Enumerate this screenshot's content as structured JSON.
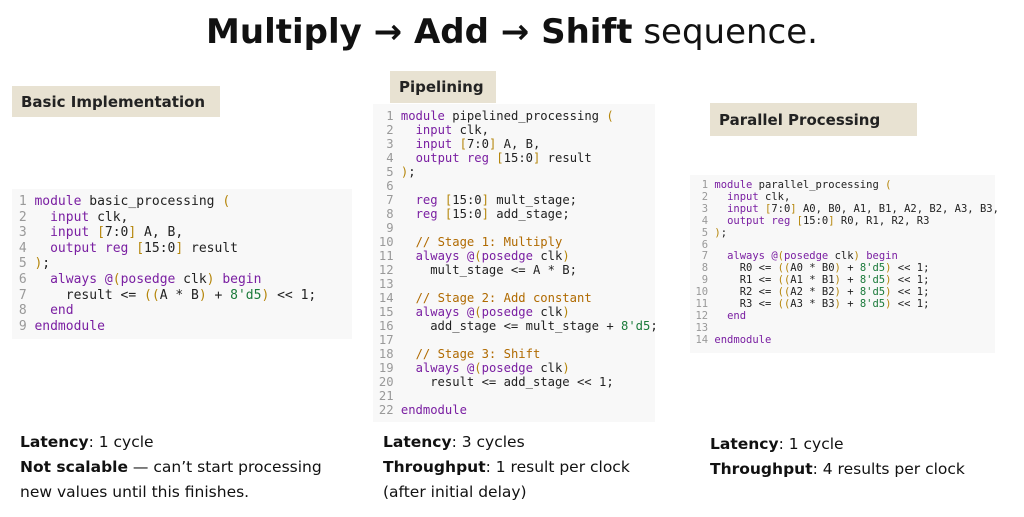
{
  "title": {
    "part1": "Multiply → Add → Shift",
    "part2": "sequence."
  },
  "panels": [
    {
      "tag": "Basic Implementation",
      "code_lines": [
        "module basic_processing (",
        "  input clk,",
        "  input [7:0] A, B,",
        "  output reg [15:0] result",
        ");",
        "  always @(posedge clk) begin",
        "    result <= ((A * B) + 8'd5) << 1;",
        "  end",
        "endmodule"
      ],
      "caption": [
        {
          "bold": "Latency",
          "text": ": 1 cycle"
        },
        {
          "bold": "Not scalable",
          "text": " — can’t start processing"
        },
        {
          "bold": "",
          "text": "new values until this finishes."
        }
      ]
    },
    {
      "tag": "Pipelining",
      "code_lines": [
        "module pipelined_processing (",
        "  input clk,",
        "  input [7:0] A, B,",
        "  output reg [15:0] result",
        ");",
        "",
        "  reg [15:0] mult_stage;",
        "  reg [15:0] add_stage;",
        "",
        "  // Stage 1: Multiply",
        "  always @(posedge clk)",
        "    mult_stage <= A * B;",
        "",
        "  // Stage 2: Add constant",
        "  always @(posedge clk)",
        "    add_stage <= mult_stage + 8'd5;",
        "",
        "  // Stage 3: Shift",
        "  always @(posedge clk)",
        "    result <= add_stage << 1;",
        "",
        "endmodule"
      ],
      "caption": [
        {
          "bold": "Latency",
          "text": ": 3 cycles"
        },
        {
          "bold": "Throughput",
          "text": ": 1 result per clock"
        },
        {
          "bold": "",
          "text": "(after initial delay)"
        }
      ]
    },
    {
      "tag": "Parallel Processing",
      "code_lines": [
        "module parallel_processing (",
        "  input clk,",
        "  input [7:0] A0, B0, A1, B1, A2, B2, A3, B3,",
        "  output reg [15:0] R0, R1, R2, R3",
        ");",
        "",
        "  always @(posedge clk) begin",
        "    R0 <= ((A0 * B0) + 8'd5) << 1;",
        "    R1 <= ((A1 * B1) + 8'd5) << 1;",
        "    R2 <= ((A2 * B2) + 8'd5) << 1;",
        "    R3 <= ((A3 * B3) + 8'd5) << 1;",
        "  end",
        "",
        "endmodule"
      ],
      "caption": [
        {
          "bold": "Latency",
          "text": ": 1 cycle"
        },
        {
          "bold": "Throughput",
          "text": ": 4 results per clock"
        }
      ]
    }
  ]
}
